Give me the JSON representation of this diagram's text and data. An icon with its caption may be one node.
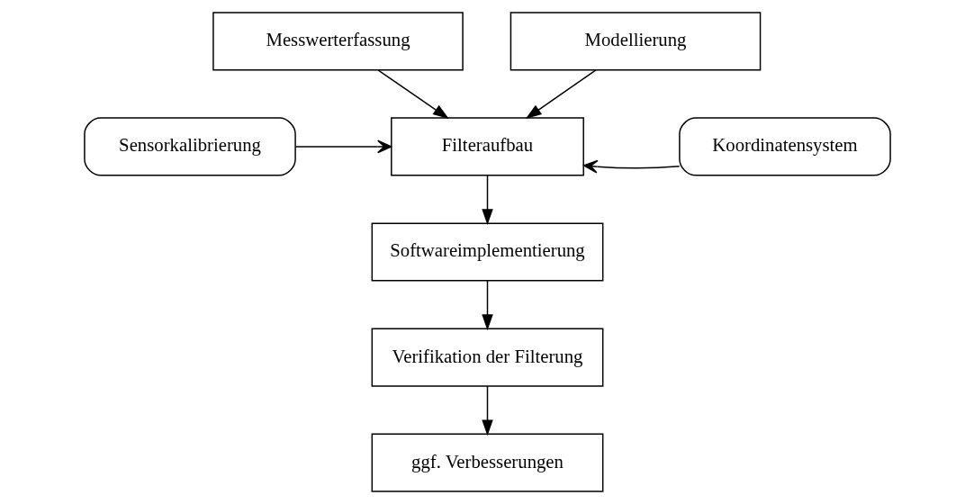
{
  "diagram": {
    "nodes": [
      {
        "text": [
          "Messwerterfassung"
        ]
      },
      {
        "text": [
          "Modellierung"
        ]
      },
      {
        "text": [
          "Sensorkalibrierung"
        ]
      },
      {
        "text": [
          "Filteraufbau"
        ]
      },
      {
        "text": [
          "Koordinatensystem"
        ]
      },
      {
        "text": [
          "Softwareimplementierung"
        ]
      },
      {
        "text": [
          "Verifikation der Filterung"
        ]
      },
      {
        "text": [
          "ggf. Verbesserungen"
        ]
      }
    ],
    "edges": [
      {
        "from": 0,
        "to": 3,
        "arrow": "to"
      },
      {
        "from": 1,
        "to": 3,
        "arrow": "to"
      },
      {
        "from": 2,
        "to": 3,
        "arrow": "to"
      },
      {
        "from": 4,
        "to": 3,
        "arrow": "to"
      },
      {
        "from": 3,
        "to": 5,
        "arrow": "to"
      },
      {
        "from": 5,
        "to": 6,
        "arrow": "to"
      },
      {
        "from": 6,
        "to": 7,
        "arrow": "to"
      }
    ]
  }
}
